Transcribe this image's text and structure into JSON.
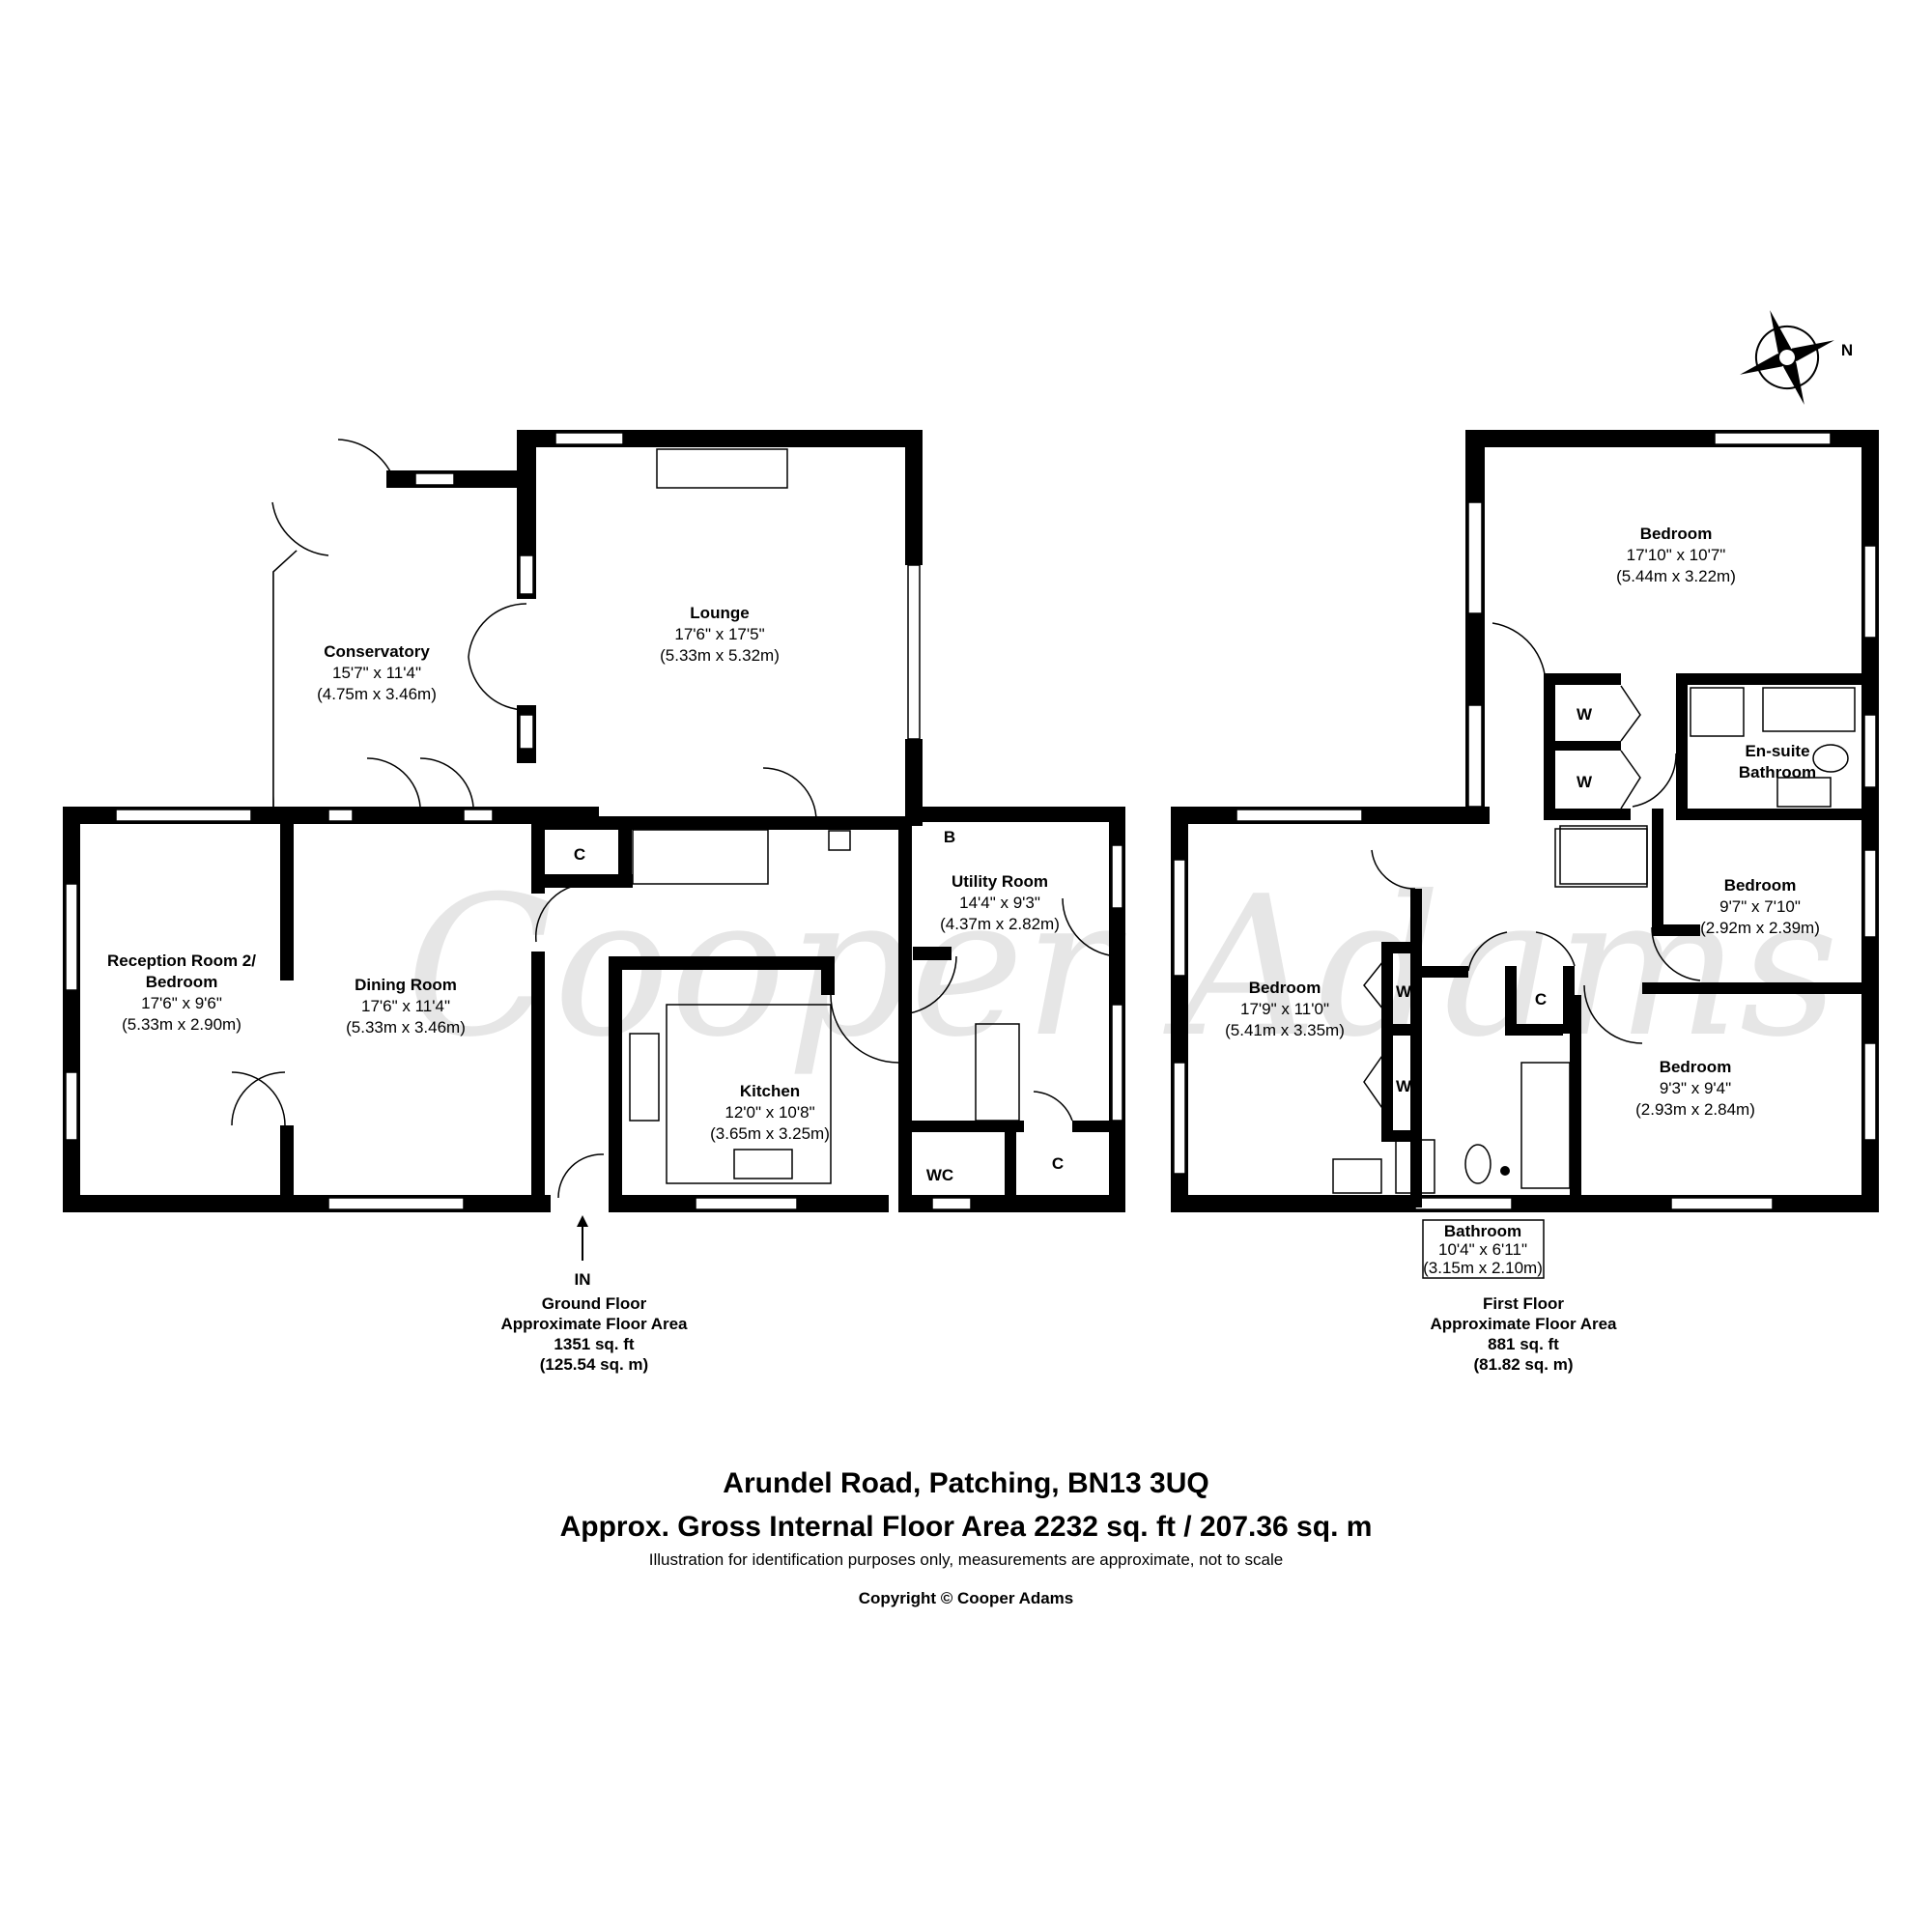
{
  "watermark": "Cooper Adams",
  "compass": {
    "label": "N"
  },
  "ground_floor": {
    "rooms": [
      {
        "name": "Lounge",
        "dims_imperial": "17'6\" x 17'5\"",
        "dims_metric": "(5.33m x 5.32m)"
      },
      {
        "name": "Conservatory",
        "dims_imperial": "15'7\" x 11'4\"",
        "dims_metric": "(4.75m x 3.46m)"
      },
      {
        "name_line1": "Reception Room 2/",
        "name_line2": "Bedroom",
        "dims_imperial": "17'6\" x 9'6\"",
        "dims_metric": "(5.33m x 2.90m)"
      },
      {
        "name": "Dining Room",
        "dims_imperial": "17'6\" x 11'4\"",
        "dims_metric": "(5.33m x 3.46m)"
      },
      {
        "name": "Kitchen",
        "dims_imperial": "12'0\" x 10'8\"",
        "dims_metric": "(3.65m x 3.25m)"
      },
      {
        "name": "Utility Room",
        "dims_imperial": "14'4\" x 9'3\"",
        "dims_metric": "(4.37m x 2.82m)"
      }
    ],
    "markers": {
      "cupboard": "C",
      "boiler": "B",
      "wc": "WC",
      "entrance": "IN"
    },
    "caption": {
      "line1": "Ground Floor",
      "line2": "Approximate Floor Area",
      "line3": "1351 sq. ft",
      "line4": "(125.54 sq. m)"
    }
  },
  "first_floor": {
    "rooms": [
      {
        "name": "Bedroom",
        "dims_imperial": "17'10\" x 10'7\"",
        "dims_metric": "(5.44m x 3.22m)"
      },
      {
        "name_line1": "En-suite",
        "name_line2": "Bathroom"
      },
      {
        "name": "Bedroom",
        "dims_imperial": "9'7\" x 7'10\"",
        "dims_metric": "(2.92m x 2.39m)"
      },
      {
        "name": "Bedroom",
        "dims_imperial": "17'9\" x 11'0\"",
        "dims_metric": "(5.41m x 3.35m)"
      },
      {
        "name": "Bedroom",
        "dims_imperial": "9'3\" x 9'4\"",
        "dims_metric": "(2.93m x 2.84m)"
      },
      {
        "name": "Bathroom",
        "dims_imperial": "10'4\" x 6'11\"",
        "dims_metric": "(3.15m x 2.10m)"
      }
    ],
    "markers": {
      "wardrobe": "W",
      "cupboard": "C"
    },
    "caption": {
      "line1": "First Floor",
      "line2": "Approximate Floor Area",
      "line3": "881 sq. ft",
      "line4": "(81.82 sq. m)"
    }
  },
  "footer": {
    "address": "Arundel Road, Patching, BN13 3UQ",
    "gross_area": "Approx. Gross Internal Floor Area 2232 sq. ft / 207.36 sq. m",
    "disclaimer": "Illustration for identification purposes only, measurements are approximate, not to scale",
    "copyright": "Copyright © Cooper Adams"
  }
}
